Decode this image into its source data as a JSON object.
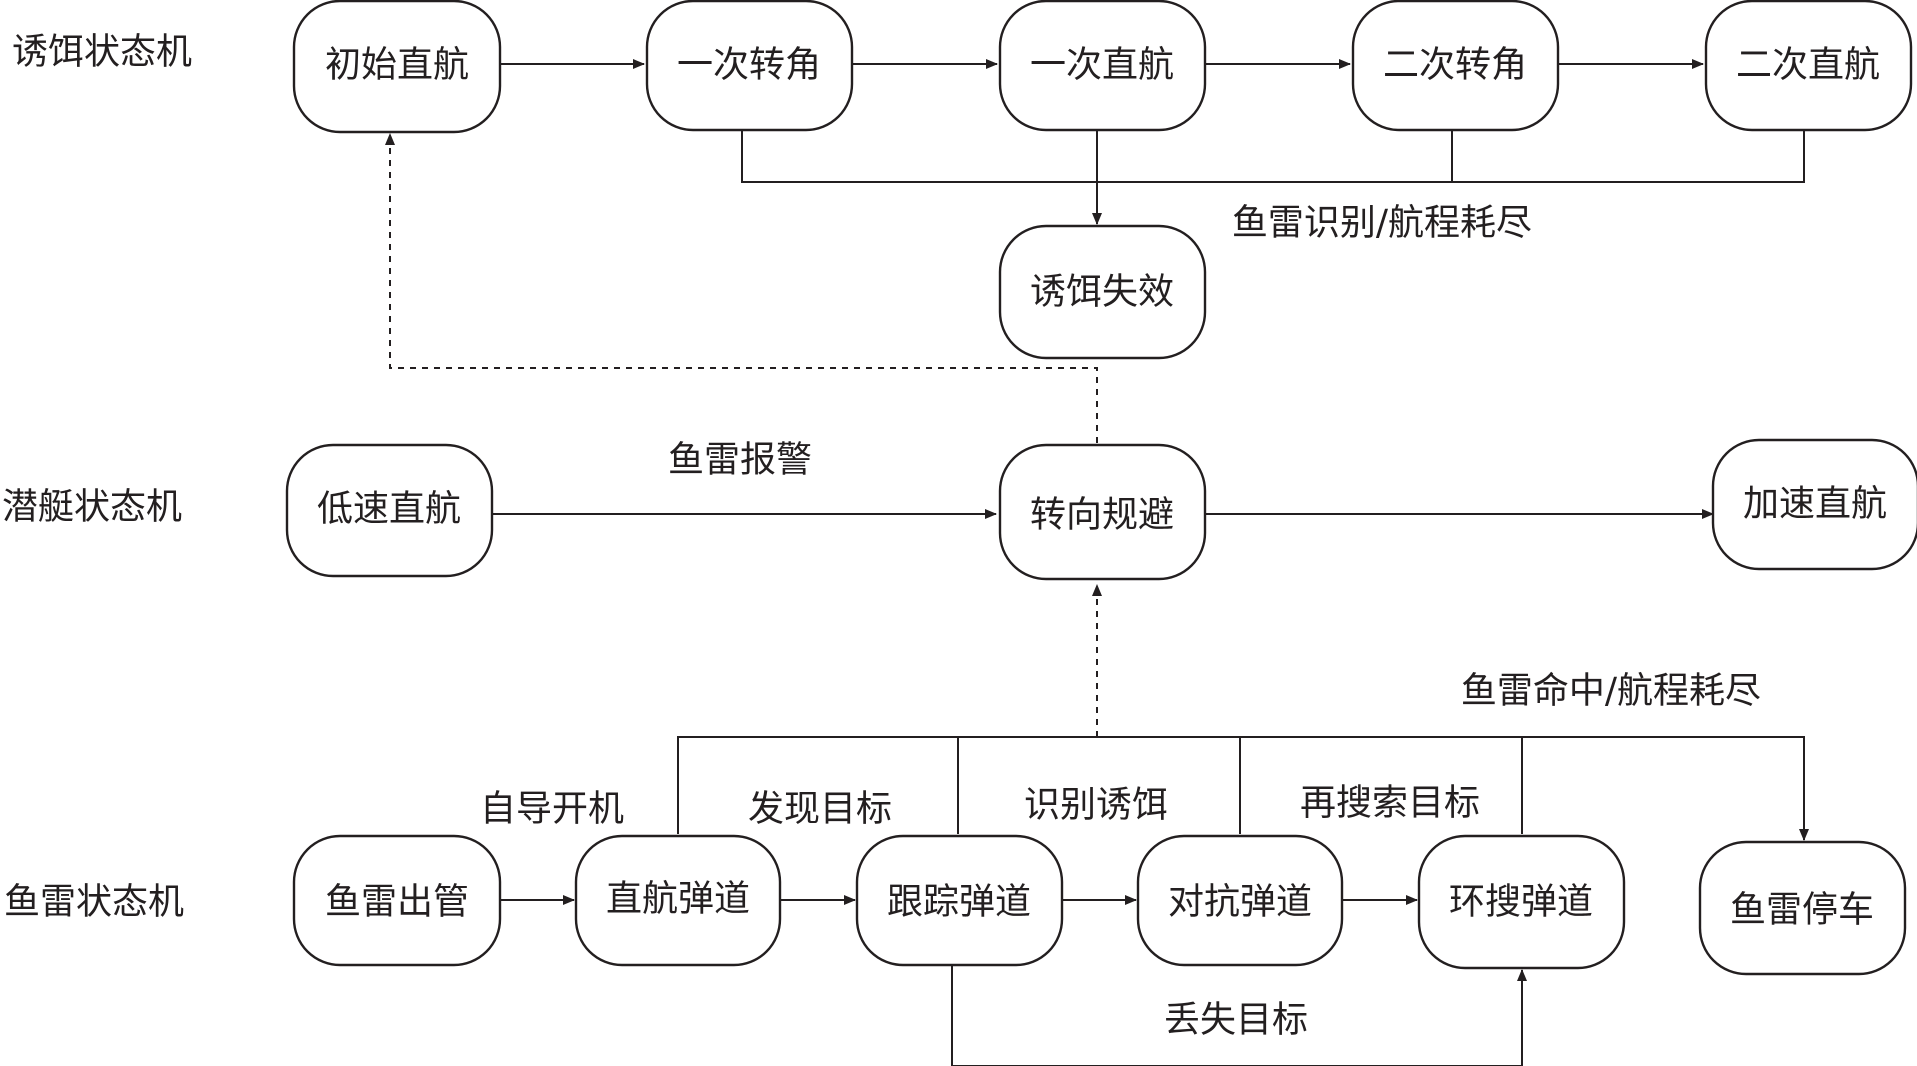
{
  "rows": {
    "decoy": "诱饵状态机",
    "submarine": "潜艇状态机",
    "torpedo": "鱼雷状态机"
  },
  "states": {
    "decoy_init": "初始直航",
    "decoy_turn1": "一次转角",
    "decoy_straight1": "一次直航",
    "decoy_turn2": "二次转角",
    "decoy_straight2": "二次直航",
    "decoy_fail": "诱饵失效",
    "sub_slow": "低速直航",
    "sub_evade": "转向规避",
    "sub_fast": "加速直航",
    "torp_launch": "鱼雷出管",
    "torp_straight": "直航弹道",
    "torp_track": "跟踪弹道",
    "torp_counter": "对抗弹道",
    "torp_search": "环搜弹道",
    "torp_stop": "鱼雷停车"
  },
  "edge_labels": {
    "decoy_fail": "鱼雷识别/航程耗尽",
    "torpedo_alarm": "鱼雷报警",
    "torp_stop": "鱼雷命中/航程耗尽",
    "homing_on": "自导开机",
    "target_found": "发现目标",
    "decoy_identified": "识别诱饵",
    "research_target": "再搜索目标",
    "target_lost": "丢失目标"
  }
}
